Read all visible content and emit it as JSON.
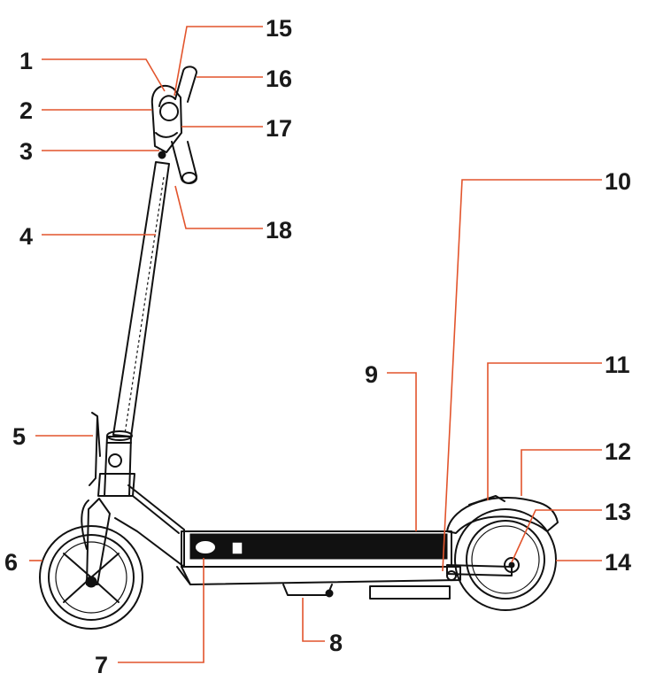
{
  "colors": {
    "leader": "#e2542c",
    "line": "#111111",
    "text": "#1a1a1a"
  },
  "callouts": [
    {
      "id": "1",
      "label": "1"
    },
    {
      "id": "2",
      "label": "2"
    },
    {
      "id": "3",
      "label": "3"
    },
    {
      "id": "4",
      "label": "4"
    },
    {
      "id": "5",
      "label": "5"
    },
    {
      "id": "6",
      "label": "6"
    },
    {
      "id": "7",
      "label": "7"
    },
    {
      "id": "8",
      "label": "8"
    },
    {
      "id": "9",
      "label": "9"
    },
    {
      "id": "10",
      "label": "10"
    },
    {
      "id": "11",
      "label": "11"
    },
    {
      "id": "12",
      "label": "12"
    },
    {
      "id": "13",
      "label": "13"
    },
    {
      "id": "14",
      "label": "14"
    },
    {
      "id": "15",
      "label": "15"
    },
    {
      "id": "16",
      "label": "16"
    },
    {
      "id": "17",
      "label": "17"
    },
    {
      "id": "18",
      "label": "18"
    }
  ]
}
